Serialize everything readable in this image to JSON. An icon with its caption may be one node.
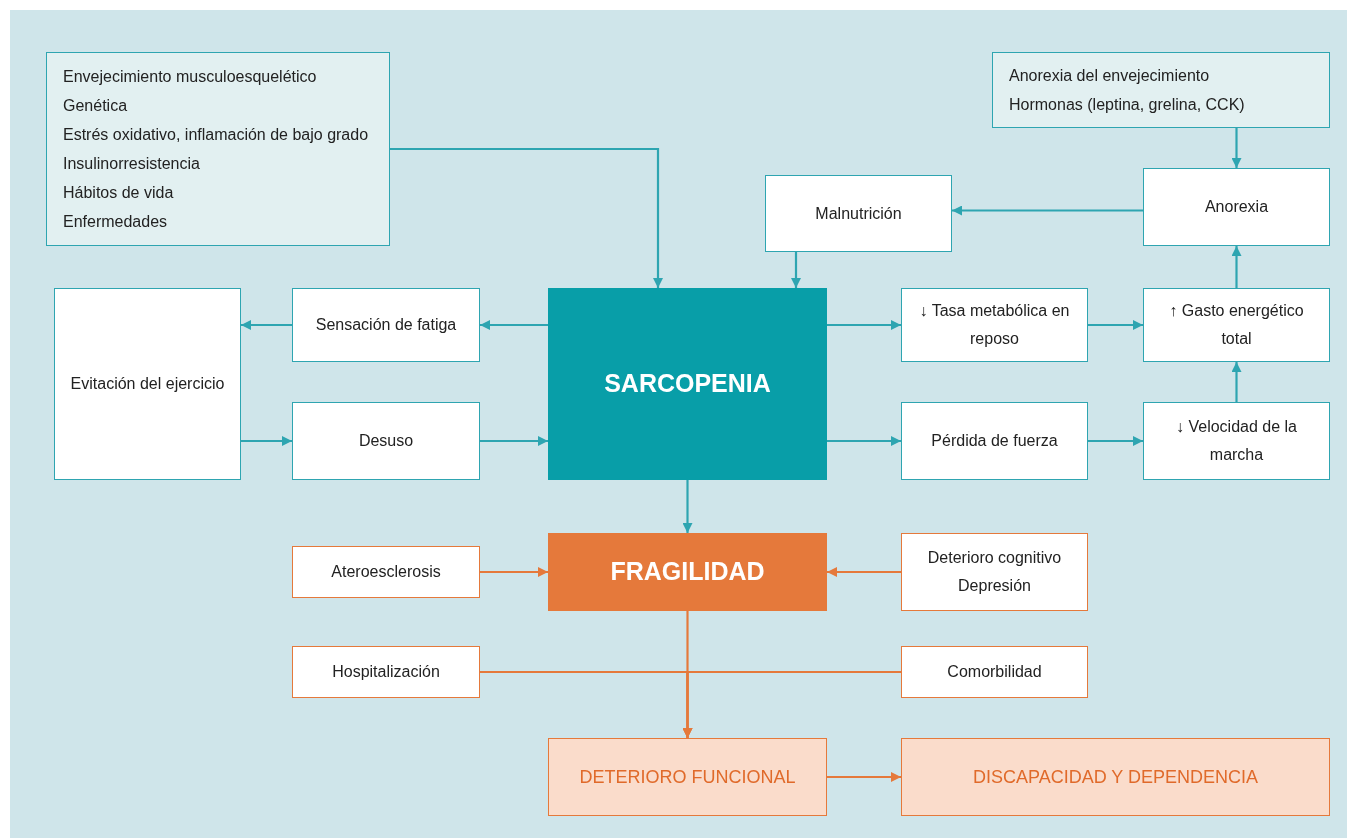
{
  "diagram": {
    "nodes": [
      {
        "text": [
          "Envejecimiento musculoesquelético",
          "Genética",
          "Estrés oxidativo, inflamación de bajo grado",
          "Insulinorresistencia",
          "Hábitos de vida",
          "Enfermedades"
        ]
      },
      {
        "text": [
          "Anorexia del envejecimiento",
          "Hormonas (leptina, grelina, CCK)"
        ]
      },
      {
        "text": [
          "Malnutrición"
        ]
      },
      {
        "text": [
          "Anorexia"
        ]
      },
      {
        "text": [
          "Evitación del ejercicio"
        ]
      },
      {
        "text": [
          "Sensación de fatiga"
        ]
      },
      {
        "text": [
          "SARCOPENIA"
        ]
      },
      {
        "text": [
          "↓ Tasa metabólica en reposo"
        ]
      },
      {
        "text": [
          "↑ Gasto energético total"
        ]
      },
      {
        "text": [
          "Desuso"
        ]
      },
      {
        "text": [
          "Pérdida de fuerza"
        ]
      },
      {
        "text": [
          "↓ Velocidad de la marcha"
        ]
      },
      {
        "text": [
          "Ateroesclerosis"
        ]
      },
      {
        "text": [
          "FRAGILIDAD"
        ]
      },
      {
        "text": [
          "Deterioro cognitivo",
          "Depresión"
        ]
      },
      {
        "text": [
          "Hospitalización"
        ]
      },
      {
        "text": [
          "Comorbilidad"
        ]
      },
      {
        "text": [
          "DETERIORO FUNCIONAL"
        ]
      },
      {
        "text": [
          "DISCAPACIDAD Y DEPENDENCIA"
        ]
      }
    ],
    "edges": [
      {
        "from": 0,
        "to": 6,
        "arrow": "to"
      },
      {
        "from": 2,
        "to": 6,
        "arrow": "to"
      },
      {
        "from": 3,
        "to": 2,
        "arrow": "to"
      },
      {
        "from": 1,
        "to": 3,
        "arrow": "to"
      },
      {
        "from": 6,
        "to": 5,
        "arrow": "to"
      },
      {
        "from": 5,
        "to": 4,
        "arrow": "to"
      },
      {
        "from": 4,
        "to": 9,
        "arrow": "to"
      },
      {
        "from": 9,
        "to": 6,
        "arrow": "to"
      },
      {
        "from": 6,
        "to": 7,
        "arrow": "to"
      },
      {
        "from": 7,
        "to": 8,
        "arrow": "to"
      },
      {
        "from": 8,
        "to": 3,
        "arrow": "to"
      },
      {
        "from": 6,
        "to": 10,
        "arrow": "to"
      },
      {
        "from": 10,
        "to": 11,
        "arrow": "to"
      },
      {
        "from": 11,
        "to": 8,
        "arrow": "to"
      },
      {
        "from": 6,
        "to": 13,
        "arrow": "to"
      },
      {
        "from": 12,
        "to": 13,
        "arrow": "to",
        "color": "#e5793b"
      },
      {
        "from": 14,
        "to": 13,
        "arrow": "to",
        "color": "#e5793b"
      },
      {
        "from": 13,
        "to": 17,
        "arrow": "to",
        "color": "#e5793b"
      },
      {
        "from": 15,
        "to": 17,
        "arrow": "to",
        "color": "#e5793b"
      },
      {
        "from": 16,
        "to": 17,
        "arrow": "to",
        "color": "#e5793b"
      },
      {
        "from": 17,
        "to": 18,
        "arrow": "to",
        "color": "#e5793b"
      }
    ]
  }
}
